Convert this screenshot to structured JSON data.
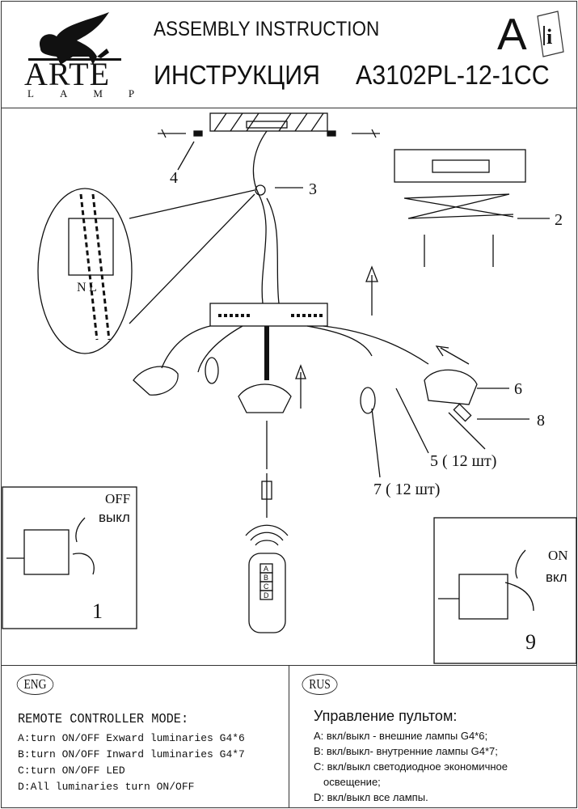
{
  "header": {
    "brand": "ARTE",
    "brand_sub": "LAMP",
    "title_en": "ASSEMBLY INSTRUCTION",
    "title_ru": "ИНСТРУКЦИЯ",
    "model": "A3102PL-12-1CC",
    "class_letter": "A",
    "manual_icon": "book-info-icon"
  },
  "diagram": {
    "callouts": {
      "c4": "4",
      "c3": "3",
      "c2": "2",
      "c6": "6",
      "c8": "8",
      "c5": "5 ( 12 шт)",
      "c7": "7 ( 12 шт)"
    },
    "off_box": {
      "label_en": "OFF",
      "label_ru": "выкл",
      "step": "1"
    },
    "on_box": {
      "label_en": "ON",
      "label_ru": "вкл",
      "step": "9"
    },
    "remote_buttons": [
      "A",
      "B",
      "C",
      "D"
    ],
    "wiring_labels": [
      "N",
      "L"
    ]
  },
  "eng": {
    "badge": "ENG",
    "heading": "REMOTE CONTROLLER MODE:",
    "lines": [
      "A:turn ON/OFF Exward luminaries G4*6",
      "B:turn ON/OFF Inward luminaries G4*7",
      "C:turn ON/OFF LED",
      "D:All luminaries turn ON/OFF"
    ]
  },
  "rus": {
    "badge": "RUS",
    "heading": "Управление пультом:",
    "lines": [
      "A: вкл/выкл - внешние лампы G4*6;",
      "B: вкл/выкл- внутренние лампы G4*7;",
      "C: вкл/выкл светодиодное экономичное",
      "освещение;",
      "D: вкл/выкл все лампы."
    ]
  }
}
